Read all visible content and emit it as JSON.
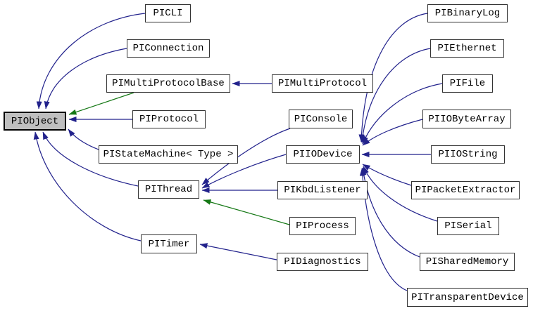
{
  "diagram": {
    "kind": "class-inheritance-graph",
    "root": "PIObject"
  },
  "colors": {
    "background": "#ffffff",
    "node_fill": "#ffffff",
    "node_border": "#333333",
    "highlight_node_fill": "#bfbfbf",
    "highlight_node_border": "#000000",
    "edge_public_inheritance": "#22228c",
    "edge_protected_inheritance": "#157815",
    "text": "#000000"
  },
  "nodes": [
    {
      "id": "PIObject",
      "label": "PIObject",
      "highlighted": true
    },
    {
      "id": "PICLI",
      "label": "PICLI",
      "highlighted": false
    },
    {
      "id": "PIConnection",
      "label": "PIConnection",
      "highlighted": false
    },
    {
      "id": "PIMultiProtocolBase",
      "label": "PIMultiProtocolBase",
      "highlighted": false
    },
    {
      "id": "PIProtocol",
      "label": "PIProtocol",
      "highlighted": false
    },
    {
      "id": "PIStateMachine",
      "label": "PIStateMachine< Type >",
      "highlighted": false
    },
    {
      "id": "PIThread",
      "label": "PIThread",
      "highlighted": false
    },
    {
      "id": "PITimer",
      "label": "PITimer",
      "highlighted": false
    },
    {
      "id": "PIMultiProtocol",
      "label": "PIMultiProtocol",
      "highlighted": false
    },
    {
      "id": "PIConsole",
      "label": "PIConsole",
      "highlighted": false
    },
    {
      "id": "PIIODevice",
      "label": "PIIODevice",
      "highlighted": false
    },
    {
      "id": "PIKbdListener",
      "label": "PIKbdListener",
      "highlighted": false
    },
    {
      "id": "PIProcess",
      "label": "PIProcess",
      "highlighted": false
    },
    {
      "id": "PIDiagnostics",
      "label": "PIDiagnostics",
      "highlighted": false
    },
    {
      "id": "PIBinaryLog",
      "label": "PIBinaryLog",
      "highlighted": false
    },
    {
      "id": "PIEthernet",
      "label": "PIEthernet",
      "highlighted": false
    },
    {
      "id": "PIFile",
      "label": "PIFile",
      "highlighted": false
    },
    {
      "id": "PIIOByteArray",
      "label": "PIIOByteArray",
      "highlighted": false
    },
    {
      "id": "PIIOString",
      "label": "PIIOString",
      "highlighted": false
    },
    {
      "id": "PIPacketExtractor",
      "label": "PIPacketExtractor",
      "highlighted": false
    },
    {
      "id": "PISerial",
      "label": "PISerial",
      "highlighted": false
    },
    {
      "id": "PISharedMemory",
      "label": "PISharedMemory",
      "highlighted": false
    },
    {
      "id": "PITransparentDevice",
      "label": "PITransparentDevice",
      "highlighted": false
    }
  ],
  "edges": [
    {
      "from": "PICLI",
      "to": "PIObject",
      "relation": "public-inheritance"
    },
    {
      "from": "PIConnection",
      "to": "PIObject",
      "relation": "public-inheritance"
    },
    {
      "from": "PIMultiProtocolBase",
      "to": "PIObject",
      "relation": "protected-inheritance"
    },
    {
      "from": "PIProtocol",
      "to": "PIObject",
      "relation": "public-inheritance"
    },
    {
      "from": "PIStateMachine< Type >",
      "to": "PIObject",
      "relation": "public-inheritance"
    },
    {
      "from": "PIThread",
      "to": "PIObject",
      "relation": "public-inheritance"
    },
    {
      "from": "PITimer",
      "to": "PIObject",
      "relation": "public-inheritance"
    },
    {
      "from": "PIMultiProtocol",
      "to": "PIMultiProtocolBase",
      "relation": "public-inheritance"
    },
    {
      "from": "PIConsole",
      "to": "PIThread",
      "relation": "public-inheritance"
    },
    {
      "from": "PIIODevice",
      "to": "PIThread",
      "relation": "public-inheritance"
    },
    {
      "from": "PIKbdListener",
      "to": "PIThread",
      "relation": "public-inheritance"
    },
    {
      "from": "PIProcess",
      "to": "PIThread",
      "relation": "protected-inheritance"
    },
    {
      "from": "PIDiagnostics",
      "to": "PITimer",
      "relation": "public-inheritance"
    },
    {
      "from": "PIBinaryLog",
      "to": "PIIODevice",
      "relation": "public-inheritance"
    },
    {
      "from": "PIEthernet",
      "to": "PIIODevice",
      "relation": "public-inheritance"
    },
    {
      "from": "PIFile",
      "to": "PIIODevice",
      "relation": "public-inheritance"
    },
    {
      "from": "PIIOByteArray",
      "to": "PIIODevice",
      "relation": "public-inheritance"
    },
    {
      "from": "PIIOString",
      "to": "PIIODevice",
      "relation": "public-inheritance"
    },
    {
      "from": "PIPacketExtractor",
      "to": "PIIODevice",
      "relation": "public-inheritance"
    },
    {
      "from": "PISerial",
      "to": "PIIODevice",
      "relation": "public-inheritance"
    },
    {
      "from": "PISharedMemory",
      "to": "PIIODevice",
      "relation": "public-inheritance"
    },
    {
      "from": "PITransparentDevice",
      "to": "PIIODevice",
      "relation": "public-inheritance"
    }
  ]
}
